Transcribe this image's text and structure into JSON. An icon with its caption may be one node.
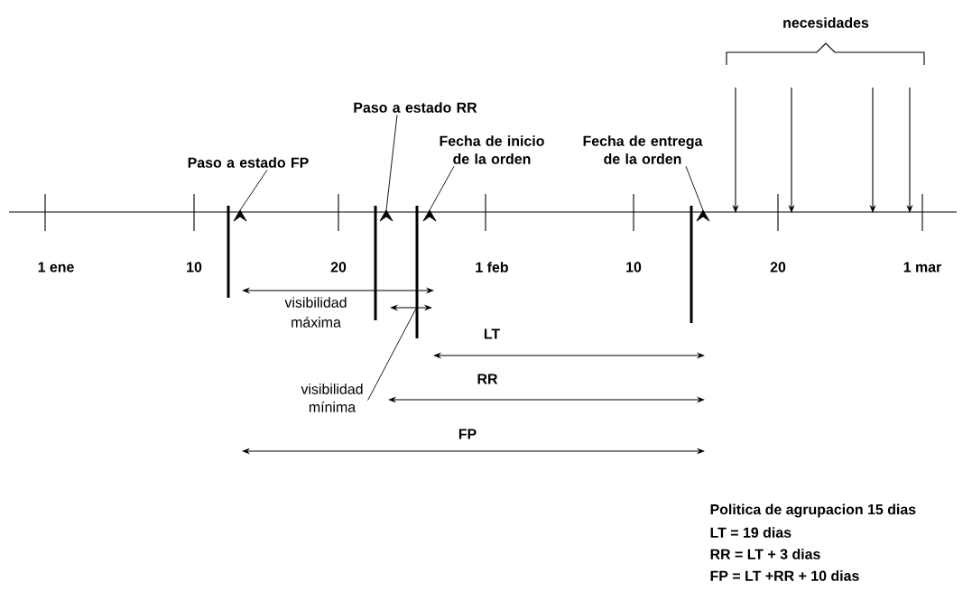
{
  "diagram": {
    "nodes": [
      {
        "text": [
          "Paso a estado RR"
        ]
      },
      {
        "text": [
          "Fecha de entrega de la orden"
        ]
      },
      {
        "text": [
          "Paso a estado FP"
        ]
      },
      {
        "text": [
          "Fecha de inicio de la orden"
        ]
      },
      {
        "text": [
          "visibilidad mínima"
        ]
      }
    ],
    "edges": [
      {
        "from": 0,
        "to": null,
        "arrow": "other"
      },
      {
        "from": 1,
        "to": null,
        "arrow": "other"
      },
      {
        "from": 2,
        "to": null,
        "arrow": "other"
      },
      {
        "from": 3,
        "to": null,
        "arrow": "other"
      },
      {
        "from": 4,
        "to": null,
        "arrow": "none"
      }
    ],
    "labels": [
      "necesidades",
      "1 ene",
      "10",
      "20",
      "1 feb",
      "10",
      "20",
      "1 mar",
      "visibilidad máxima",
      "LT",
      "RR",
      "FP",
      "Politica de agrupacion 15 dias",
      "LT = 19 dias",
      "RR = LT + 3 dias",
      "FP = LT +RR + 10 dias"
    ]
  }
}
